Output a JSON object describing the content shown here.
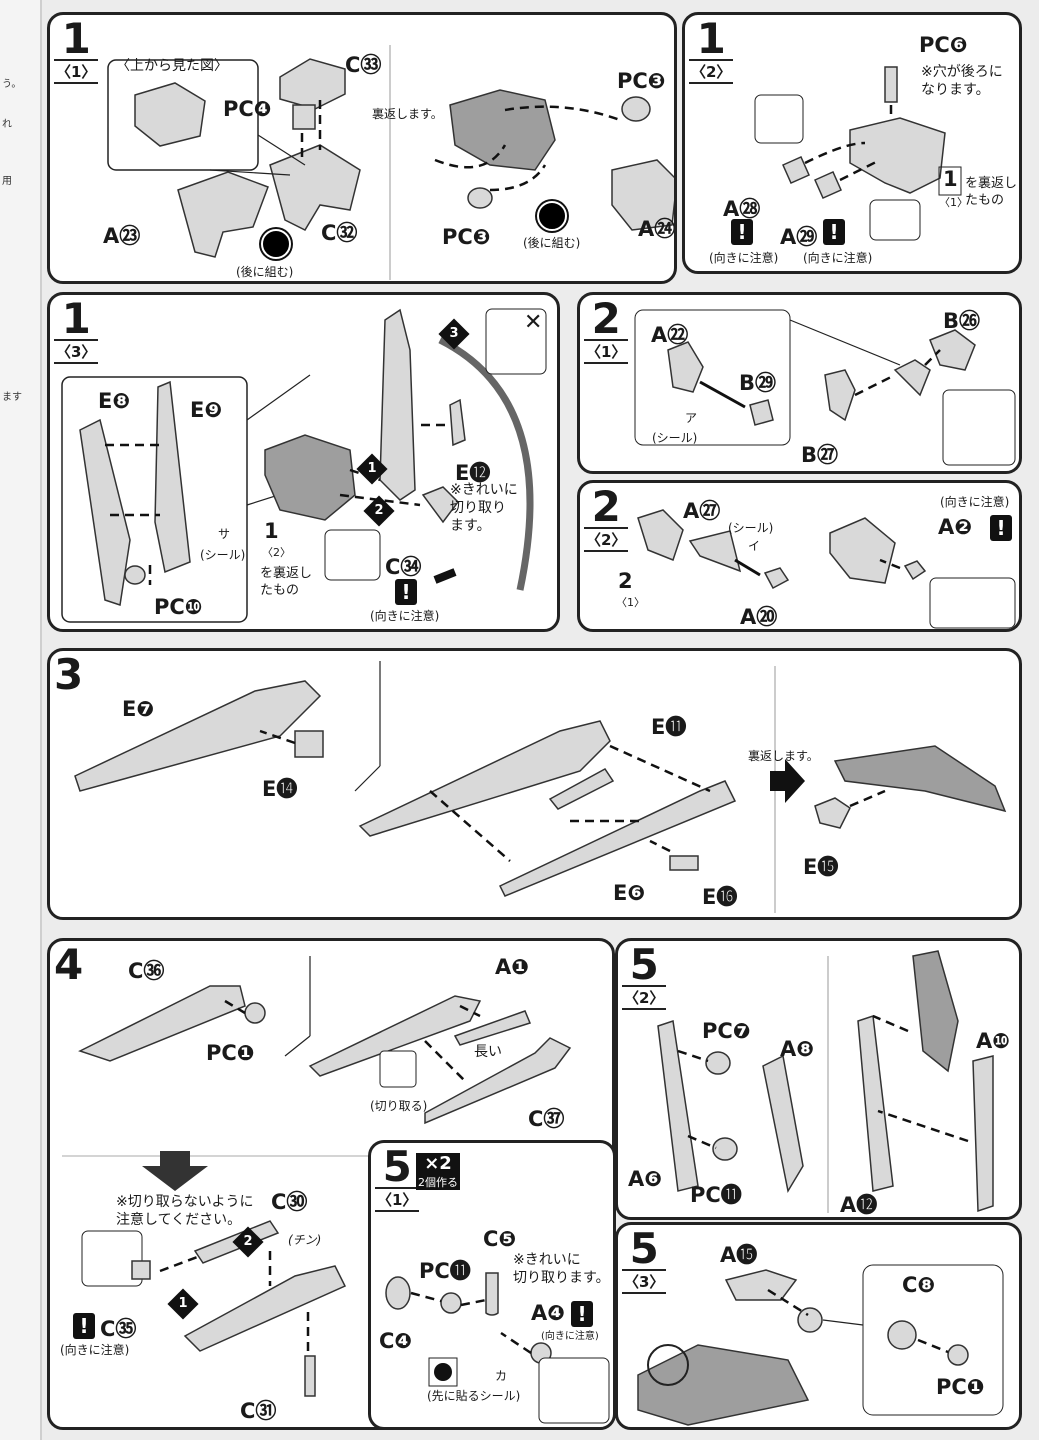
{
  "margin_notes": [
    "う。",
    "れ",
    "用",
    "ます"
  ],
  "step1_1": {
    "step": "1",
    "sub": "〈1〉",
    "top_view": "〈上から見た図〉",
    "parts": {
      "c33": "C㉝",
      "pc4": "PC❹",
      "a23": "A㉓",
      "c32": "C㉜",
      "pc3a": "PC❸",
      "pc3b": "PC❸",
      "a24": "A㉔"
    },
    "flip": "裏返します。",
    "later1": "(後に組む)",
    "later2": "(後に組む)"
  },
  "step1_2": {
    "step": "1",
    "sub": "〈2〉",
    "parts": {
      "pc6": "PC❻",
      "a28": "A㉘",
      "a29": "A㉙"
    },
    "hole_note": "※穴が後ろに\nなります。",
    "ref_step": "1",
    "ref_sub": "〈1〉",
    "ref_text": "を裏返し\nたもの",
    "orient1": "(向きに注意)",
    "orient2": "(向きに注意)"
  },
  "step1_3": {
    "step": "1",
    "sub": "〈3〉",
    "parts": {
      "e8": "E❽",
      "e9": "E❾",
      "pc10": "PC❿",
      "e12": "E⓬",
      "c34": "C㉞"
    },
    "seal": "(シール)",
    "seal_mark": "サ",
    "cut_clean": "※きれいに\n切り取り\nます。",
    "ref_step": "1",
    "ref_sub": "〈2〉",
    "ref_text": "を裏返し\nたもの",
    "orient": "(向きに注意)",
    "nums": [
      "1",
      "2",
      "3"
    ],
    "wrong": "✕"
  },
  "step2_1": {
    "step": "2",
    "sub": "〈1〉",
    "parts": {
      "a22": "A㉒",
      "b29": "B㉙",
      "b26": "B㉖",
      "b27": "B㉗"
    },
    "seal": "(シール)",
    "seal_mark": "ア"
  },
  "step2_2": {
    "step": "2",
    "sub": "〈2〉",
    "parts": {
      "a27": "A㉗",
      "a20": "A⑳",
      "a2": "A❷"
    },
    "seal": "(シール)",
    "seal_mark": "イ",
    "ref_step": "2",
    "ref_sub": "〈1〉",
    "orient": "(向きに注意)"
  },
  "step3": {
    "step": "3",
    "parts": {
      "e7": "E❼",
      "e14": "E⓮",
      "e11": "E⓫",
      "e6": "E❻",
      "e16": "E⓰",
      "e15": "E⓯"
    },
    "flip": "裏返します。"
  },
  "step4": {
    "step": "4",
    "parts": {
      "c36": "C㊱",
      "pc1": "PC❶",
      "a1": "A❶",
      "c37": "C㊲",
      "c30": "C㉚",
      "c35": "C㉟",
      "c31": "C㉛"
    },
    "long": "長い",
    "cut": "(切り取る)",
    "nocut": "※切り取らないように\n注意してください。",
    "click": "(チン)",
    "orient": "(向きに注意)",
    "nums": [
      "1",
      "2"
    ]
  },
  "step5_1": {
    "step": "5",
    "sub": "〈1〉",
    "times": "×2",
    "make2": "2個作る",
    "parts": {
      "c5": "C❺",
      "pc11": "PC⓫",
      "c4": "C❹",
      "a4": "A❹"
    },
    "cut_clean": "※きれいに\n切り取ります。",
    "orient": "(向きに注意)",
    "seal_first": "(先に貼るシール)",
    "seal_mark": "カ"
  },
  "step5_2": {
    "step": "5",
    "sub": "〈2〉",
    "parts": {
      "pc7": "PC❼",
      "a8": "A❽",
      "a6": "A❻",
      "pc11": "PC⓫",
      "a10": "A❿",
      "a12": "A⓬"
    }
  },
  "step5_3": {
    "step": "5",
    "sub": "〈3〉",
    "parts": {
      "a15": "A⓯",
      "c8": "C❽",
      "pc1": "PC❶"
    }
  }
}
